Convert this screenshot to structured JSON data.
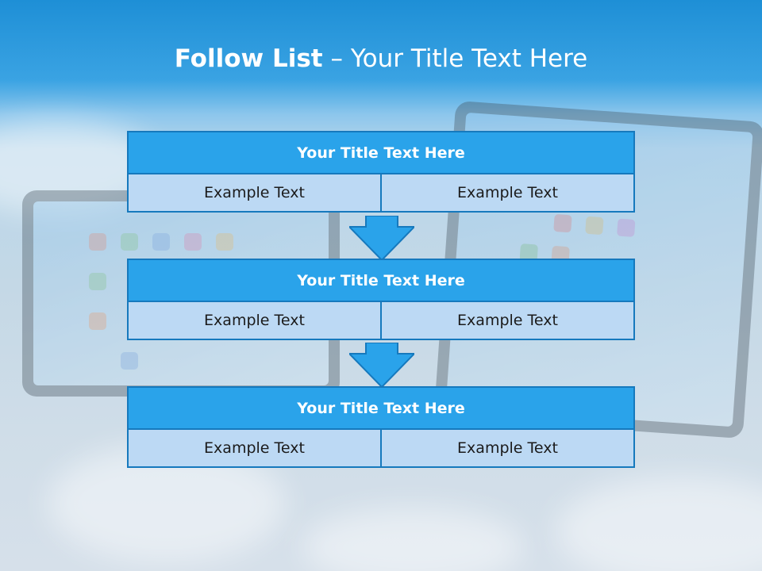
{
  "slide": {
    "title_bold": "Follow List",
    "title_rest": " – Your Title Text Here"
  },
  "blocks": [
    {
      "title": "Your Title Text Here",
      "left": "Example Text",
      "right": "Example Text"
    },
    {
      "title": "Your Title Text Here",
      "left": "Example Text",
      "right": "Example Text"
    },
    {
      "title": "Your Title Text Here",
      "left": "Example Text",
      "right": "Example Text"
    }
  ],
  "colors": {
    "header_fill": "#2aa3ea",
    "cell_fill": "#bcd9f4",
    "border": "#1679bd"
  }
}
